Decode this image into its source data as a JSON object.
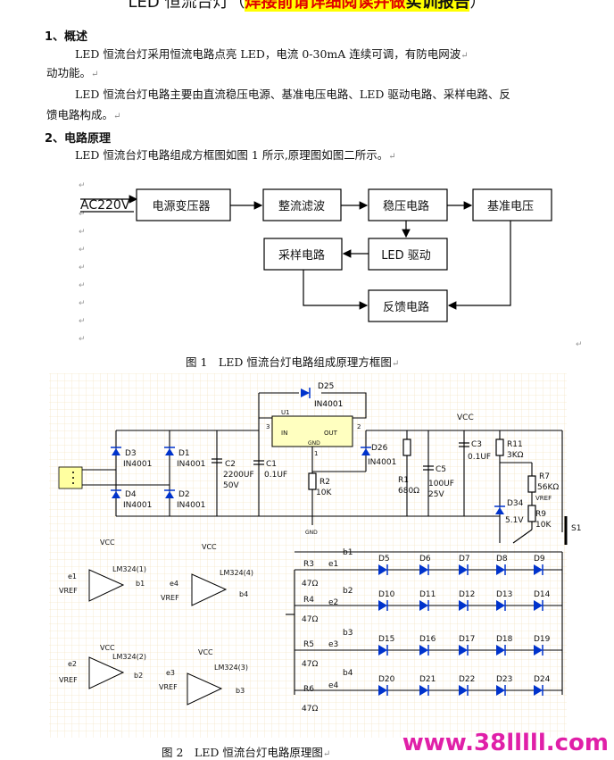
{
  "title": {
    "prefix": "LED 恒流台灯（",
    "warn": "焊接前请详细阅读并做",
    "report": "实训报告",
    "suffix": "）"
  },
  "sec1": {
    "heading": "1、概述",
    "p1a": "LED 恒流台灯采用恒流电路点亮 LED，电流 0-30mA 连续可调，有防电网波",
    "p1b": "动功能。",
    "p2a": "LED 恒流台灯电路主要由直流稳压电源、基准电压电路、LED 驱动电路、采样电路、反",
    "p2b": "馈电路构成。"
  },
  "sec2": {
    "heading": "2、电路原理",
    "p1": "LED 恒流台灯电路组成方框图如图 1 所示,原理图如图二所示。"
  },
  "block_diagram": {
    "input": "AC220V",
    "blocks": {
      "transformer": "电源变压器",
      "rectifier": "整流滤波",
      "regulator": "稳压电路",
      "reference": "基准电压",
      "sampling": "采样电路",
      "driver": "LED 驱动",
      "feedback": "反馈电路"
    }
  },
  "figure1_caption": "图 1　LED 恒流台灯电路组成原理方框图",
  "figure2_caption": "图 2　LED 恒流台灯电路原理图",
  "schematic": {
    "d25": "D25",
    "d25v": "IN4001",
    "u1": "U1",
    "in": "IN",
    "gnd": "GND",
    "out": "OUT",
    "p3": "3",
    "p1": "1",
    "p2": "2",
    "d3": "D3",
    "d1": "D1",
    "d4": "D4",
    "d2": "D2",
    "d26": "D26",
    "dv": "IN4001",
    "c2": "C2",
    "c2v": "2200UF",
    "c2v2": "50V",
    "c1": "C1",
    "c1v": "0.1UF",
    "r2": "R2",
    "r2v": "10K",
    "r1": "R1",
    "r1v": "680Ω",
    "c5": "C5",
    "c5v": "100UF",
    "c5v2": "25V",
    "vcc": "VCC",
    "c3": "C3",
    "c3v": "0.1UF",
    "r11": "R11",
    "r11v": "3KΩ",
    "r7": "R7",
    "r7v": "56KΩ",
    "vref": "VREF",
    "d34": "D34",
    "d34v": "5.1V",
    "r9": "R9",
    "r9v": "10K",
    "s1": "S1",
    "amp1": "LM324(1)",
    "amp2": "LM324(2)",
    "amp3": "LM324(3)",
    "amp4": "LM324(4)",
    "e1": "e1",
    "e2": "e2",
    "e3": "e3",
    "e4": "e4",
    "b1": "b1",
    "b2": "b2",
    "b3": "b3",
    "b4": "b4",
    "r3": "R3",
    "r4": "R4",
    "r5": "R5",
    "r6": "R6",
    "r47": "47Ω",
    "led_rows": [
      [
        "D5",
        "D6",
        "D7",
        "D8",
        "D9"
      ],
      [
        "D10",
        "D11",
        "D12",
        "D13",
        "D14"
      ],
      [
        "D15",
        "D16",
        "D17",
        "D18",
        "D19"
      ],
      [
        "D20",
        "D21",
        "D22",
        "D23",
        "D24"
      ]
    ]
  },
  "watermark": "www.38lllll.com"
}
